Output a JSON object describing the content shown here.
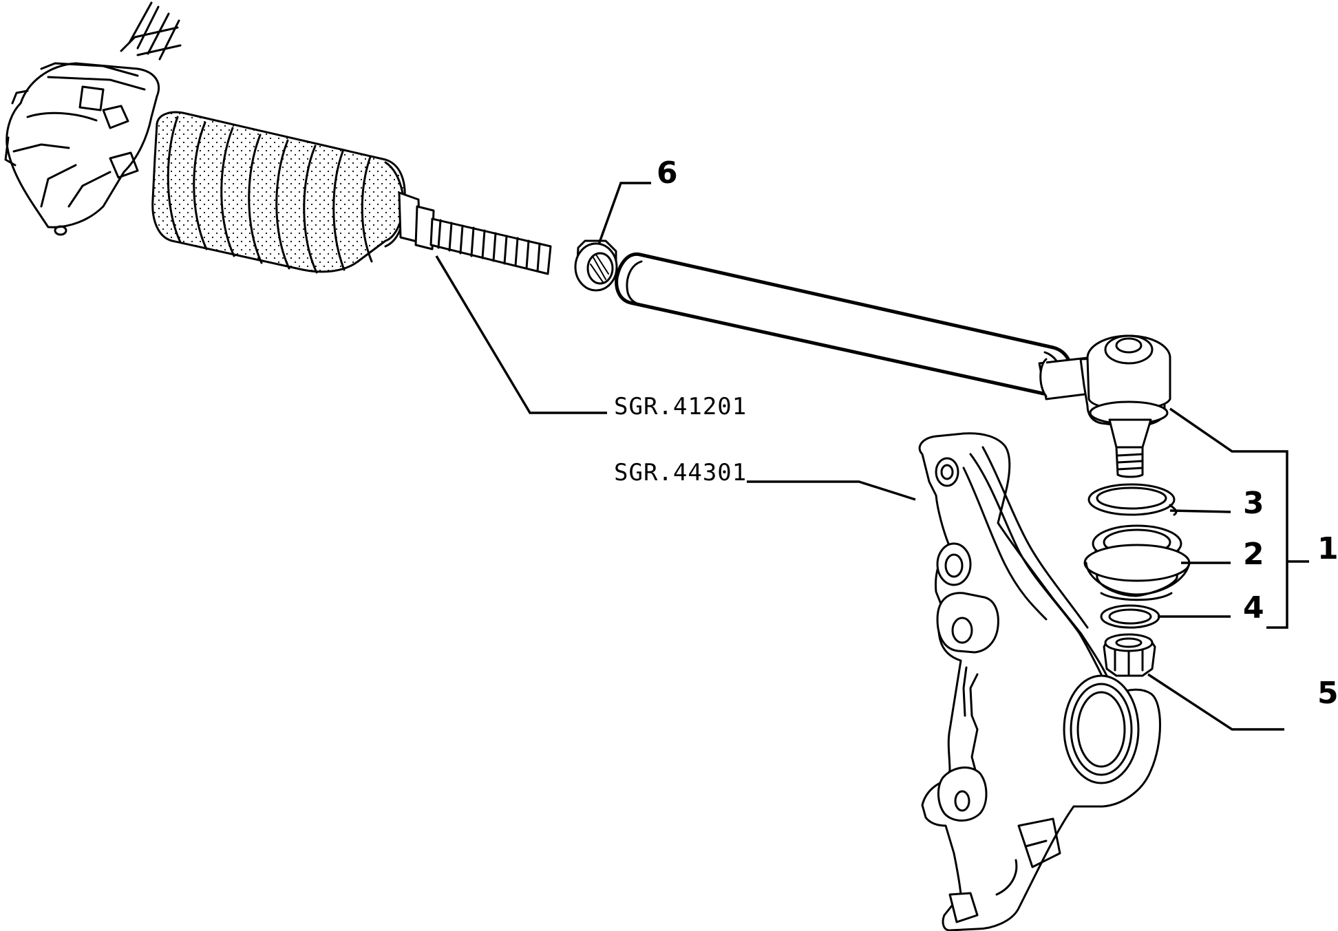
{
  "labels": {
    "callout_6": "6",
    "callout_3": "3",
    "callout_2": "2",
    "callout_4": "4",
    "callout_1": "1",
    "callout_5": "5",
    "ref_rack": "SGR.41201",
    "ref_knuckle": "SGR.44301"
  }
}
